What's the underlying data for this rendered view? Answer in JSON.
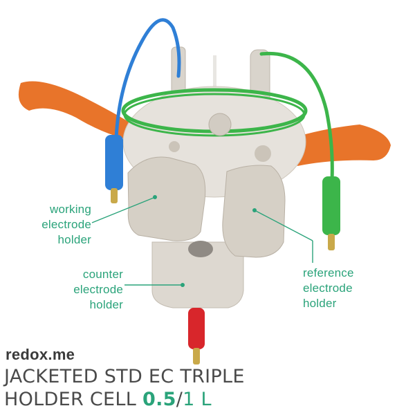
{
  "brand": "redox.me",
  "labels": {
    "working": "working\nelectrode\nholder",
    "counter": "counter\nelectrode\nholder",
    "reference": "reference\nelectrode\nholder"
  },
  "title": {
    "line1": "JACKETED STD EC TRIPLE",
    "line2_prefix": "HOLDER CELL ",
    "volume_primary": "0.5",
    "separator": "/",
    "volume_secondary": "1 L"
  },
  "colors": {
    "accent": "#2aa37a",
    "text": "#4a4a4a",
    "body": "#d9d4cc",
    "orange": "#e8742a",
    "green_ring": "#3cb54a",
    "blue_lead": "#2f7fd6",
    "green_lead": "#3cb54a",
    "red_lead": "#d8262b"
  },
  "icons": [
    "electrochemical-cell-illustration"
  ]
}
